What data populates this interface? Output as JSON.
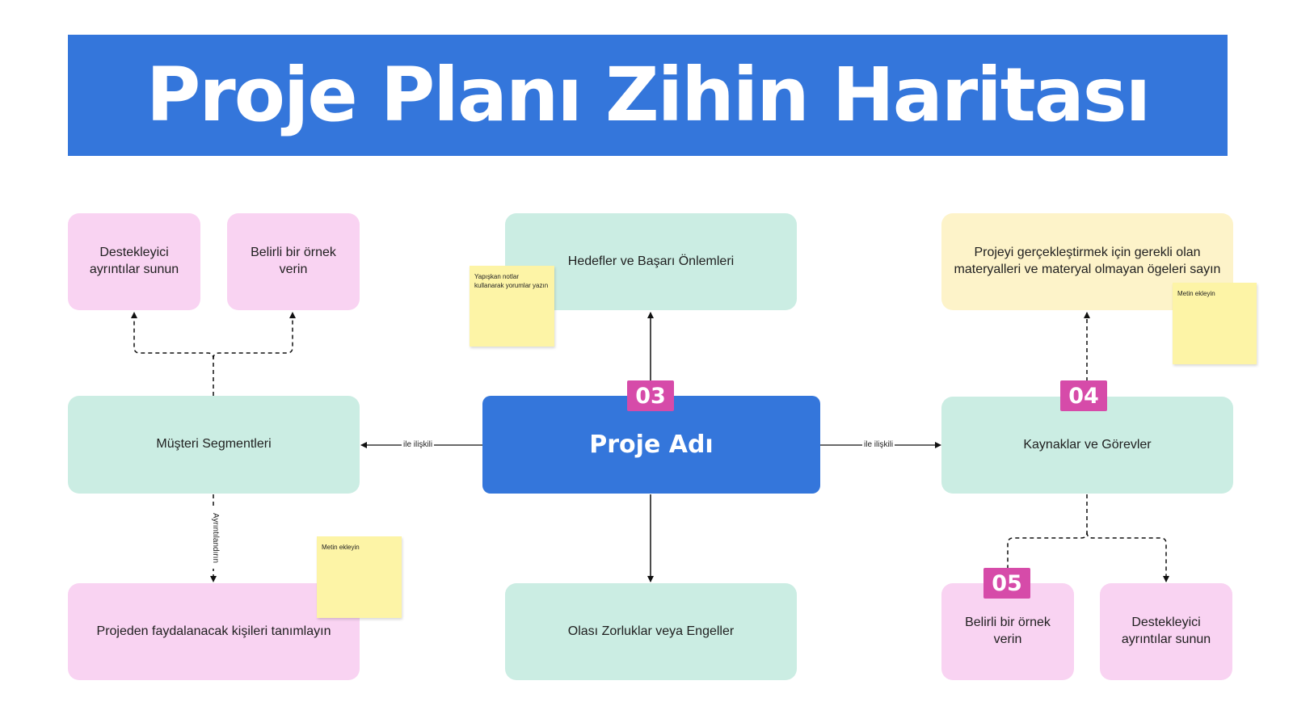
{
  "title": "Proje Planı Zihin Haritası",
  "central": {
    "label": "Proje Adı"
  },
  "nodes": {
    "goals": "Hedefler ve Başarı Önlemleri",
    "segments": "Müşteri Segmentleri",
    "resources": "Kaynaklar ve Görevler",
    "challenges": "Olası Zorluklar veya Engeller",
    "left_detail": "Destekleyici ayrıntılar sunun",
    "left_example": "Belirli bir örnek verin",
    "beneficiaries": "Projeden faydalanacak kişileri tanımlayın",
    "materials": "Projeyi gerçekleştirmek için gerekli olan materyalleri ve materyal olmayan ögeleri sayın",
    "right_example": "Belirli bir örnek verin",
    "right_detail": "Destekleyici ayrıntılar sunun"
  },
  "badges": {
    "b03": "03",
    "b04": "04",
    "b05": "05"
  },
  "stickies": {
    "top_center": "Yapışkan notlar kullanarak yorumlar yazın",
    "top_right": "Metin ekleyin",
    "bottom_left": "Metin ekleyin"
  },
  "edge_labels": {
    "left_relation": "ile ilişkili",
    "right_relation": "ile ilişkili",
    "detail": "Ayrıntılandırın"
  },
  "colors": {
    "primary": "#3476db",
    "badge": "#d64ba9",
    "pink": "#f9d3f2",
    "mint": "#cbede3",
    "cream": "#fdf3c9",
    "sticky": "#fdf4a6"
  }
}
